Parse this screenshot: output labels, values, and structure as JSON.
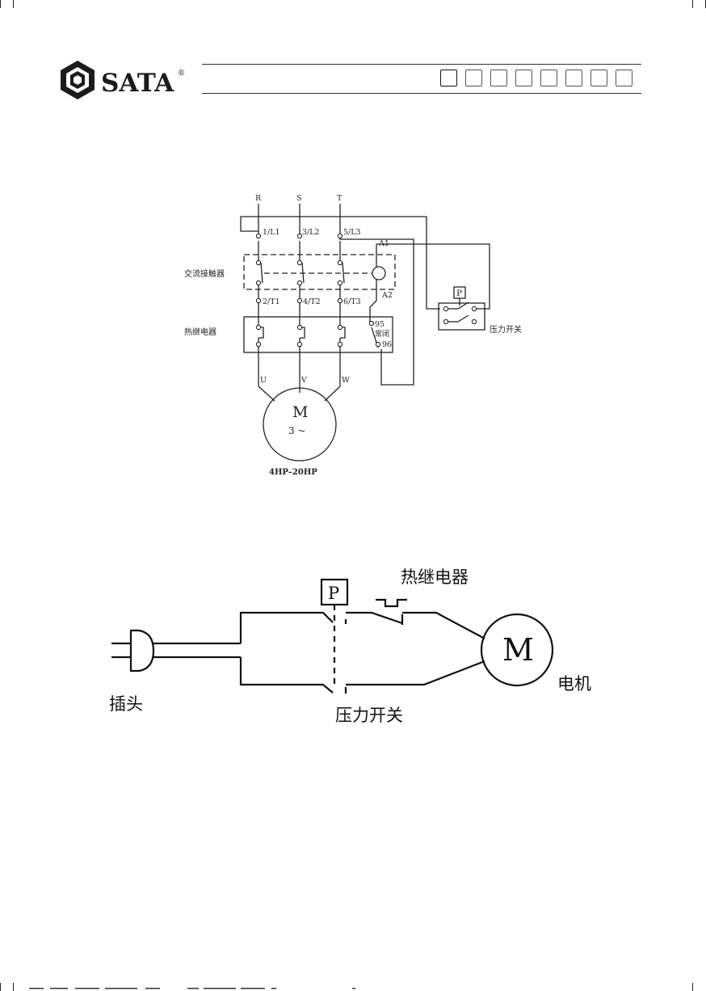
{
  "header": {
    "brand": "SATA",
    "trademark": "®",
    "language_boxes": 8,
    "active_language_index": 0
  },
  "diagram1": {
    "phases": [
      "R",
      "S",
      "T"
    ],
    "line_terminals": [
      "1/L1",
      "3/L2",
      "5/L3"
    ],
    "load_terminals": [
      "2/T1",
      "4/T2",
      "6/T3"
    ],
    "coil_terminals": [
      "A1",
      "A2"
    ],
    "contactor_label": "交流接触器",
    "thermal_relay_label": "热继电器",
    "relay_contacts": [
      "95",
      "常闭",
      "96"
    ],
    "motor_terminals": [
      "U",
      "V",
      "W"
    ],
    "motor_symbol": "M",
    "motor_phase": "3 ~",
    "power_range": "4HP–20HP",
    "pressure_switch_symbol": "P",
    "pressure_switch_label": "压力开关"
  },
  "diagram2": {
    "plug_label": "插头",
    "pressure_switch_symbol": "P",
    "pressure_switch_label": "压力开关",
    "thermal_relay_label": "热继电器",
    "motor_symbol": "M",
    "motor_label": "电机"
  }
}
